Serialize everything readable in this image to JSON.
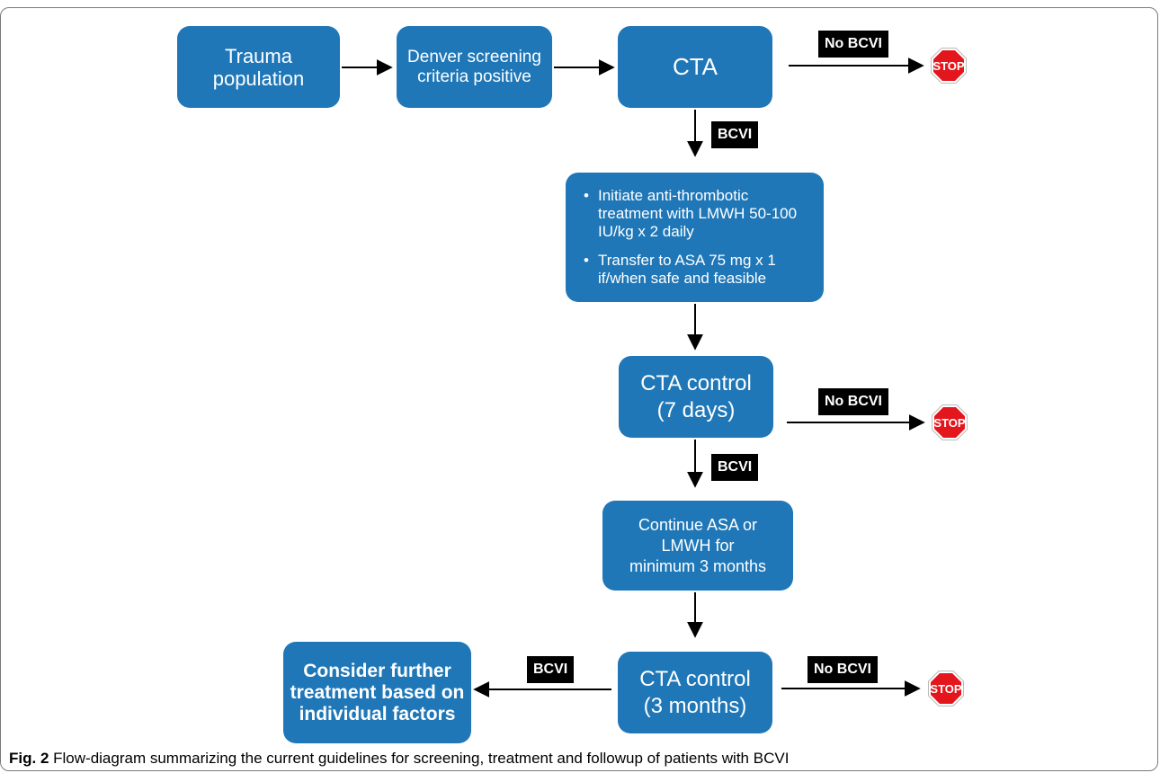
{
  "diagram": {
    "nodes": {
      "trauma": [
        "Trauma",
        "population"
      ],
      "denver": [
        "Denver screening",
        "criteria positive"
      ],
      "cta": "CTA",
      "treatment": [
        "Initiate anti-thrombotic treatment with LMWH 50-100 IU/kg x 2 daily",
        "Transfer to ASA 75 mg x 1 if/when safe and feasible"
      ],
      "cta_control_7": [
        "CTA control",
        "(7 days)"
      ],
      "continue": [
        "Continue ASA or",
        "LMWH for",
        "minimum 3 months"
      ],
      "cta_control_3": [
        "CTA control",
        "(3 months)"
      ],
      "consider": [
        "Consider further",
        "treatment based on",
        "individual factors"
      ]
    },
    "edge_labels": {
      "no_bcvi": "No BCVI",
      "bcvi": "BCVI"
    },
    "stop_sign": "STOP"
  },
  "caption": {
    "label": "Fig. 2",
    "text": "Flow-diagram summarizing the current guidelines for screening, treatment and followup of patients with BCVI"
  },
  "colors": {
    "box": "#1f77b8",
    "stop": "#e4161d",
    "tag": "#000000"
  }
}
